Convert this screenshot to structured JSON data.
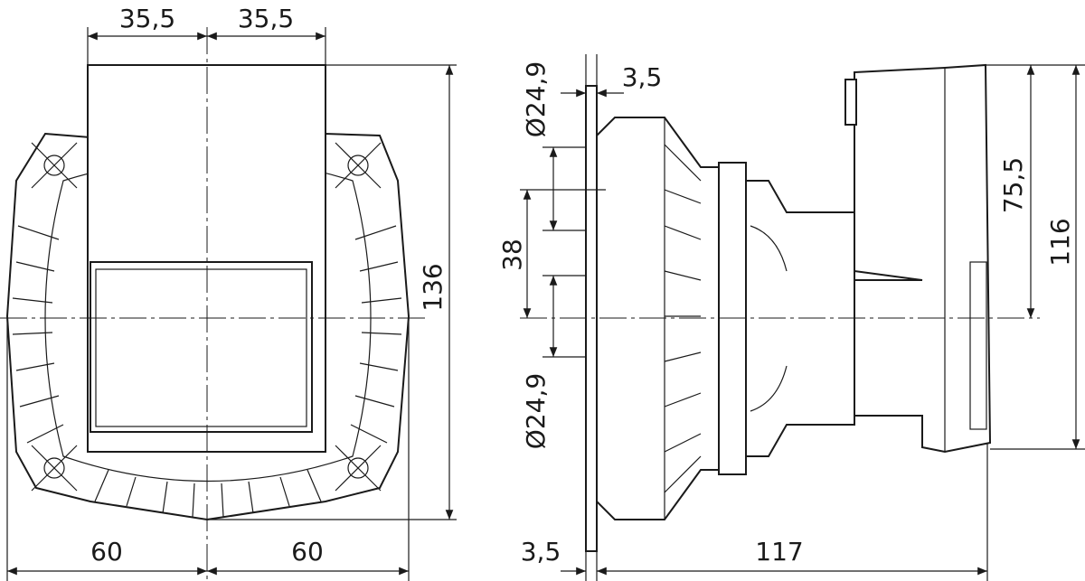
{
  "front_view": {
    "dim_top_left": "35,5",
    "dim_top_right": "35,5",
    "dim_height": "136",
    "dim_bottom_left": "60",
    "dim_bottom_right": "60"
  },
  "side_view": {
    "dim_diameter_top": "Ø24,9",
    "dim_flange_top": "3,5",
    "dim_spacing": "38",
    "dim_diameter_bottom": "Ø24,9",
    "dim_flange_bottom": "3,5",
    "dim_length": "117",
    "dim_half_height": "75,5",
    "dim_total_height": "116"
  }
}
